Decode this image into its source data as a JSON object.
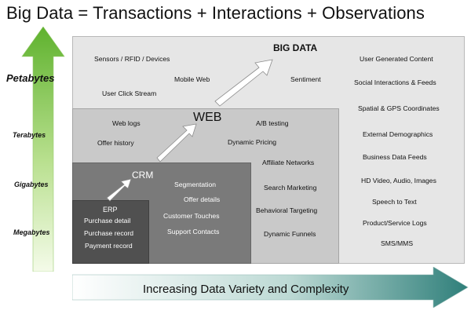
{
  "title": "Big Data = Transactions + Interactions + Observations",
  "volume_axis": {
    "labels": [
      "Petabytes",
      "Terabytes",
      "Gigabytes",
      "Megabytes"
    ]
  },
  "variety_arrow": {
    "label": "Increasing Data Variety and Complexity"
  },
  "levels": {
    "big_data": {
      "title": "BIG DATA",
      "items_left": [
        "Sensors / RFID / Devices",
        "Mobile Web",
        "User Click Stream",
        "Sentiment"
      ],
      "items_right": [
        "User Generated Content",
        "Social Interactions & Feeds",
        "Spatial & GPS Coordinates",
        "External Demographics",
        "Business Data Feeds",
        "HD Video, Audio, Images",
        "Speech to Text",
        "Product/Service Logs",
        "SMS/MMS"
      ]
    },
    "web": {
      "title": "WEB",
      "items_left": [
        "Web logs",
        "Offer history"
      ],
      "items_right": [
        "A/B testing",
        "Dynamic Pricing",
        "Affiliate Networks",
        "Search Marketing",
        "Behavioral Targeting",
        "Dynamic Funnels"
      ]
    },
    "crm": {
      "title": "CRM",
      "items": [
        "Segmentation",
        "Offer details",
        "Customer Touches",
        "Support Contacts"
      ]
    },
    "erp": {
      "title": "ERP",
      "items": [
        "Purchase detail",
        "Purchase record",
        "Payment record"
      ]
    }
  },
  "colors": {
    "big_data_bg": "#e6e6e6",
    "web_bg": "#c9c9c9",
    "crm_bg": "#7a7a7a",
    "erp_bg": "#505050",
    "volume_arrow_top": "#6fbf3a",
    "variety_arrow_end": "#2f7f7a"
  }
}
